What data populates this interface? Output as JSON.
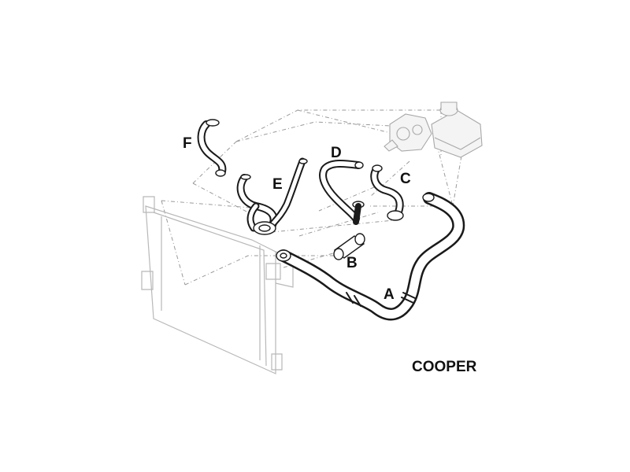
{
  "diagram": {
    "labels": {
      "A": "A",
      "B": "B",
      "C": "C",
      "D": "D",
      "E": "E",
      "F": "F"
    },
    "model": "COOPER"
  }
}
